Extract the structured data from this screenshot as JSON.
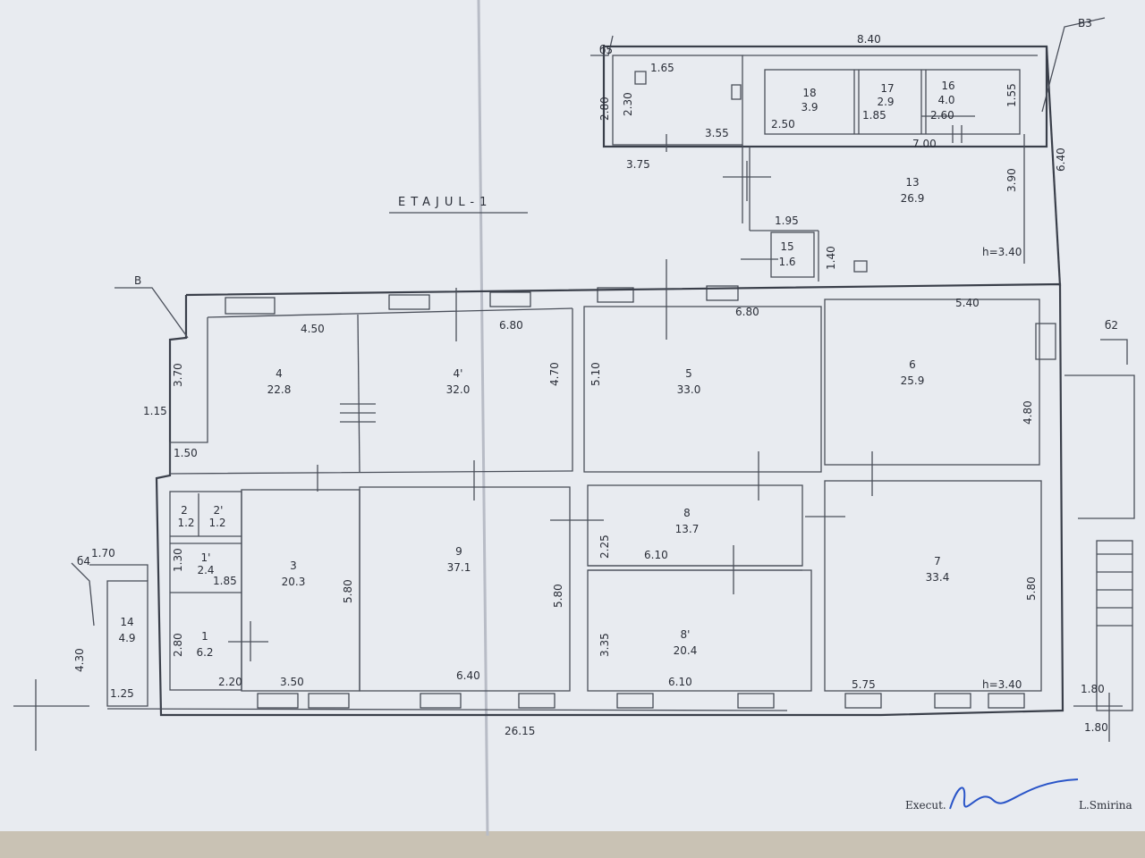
{
  "title": "ETAJUL-1",
  "section_marks": {
    "b5": "б5",
    "b3": "В3",
    "b": "В",
    "b2": "б2",
    "b4": "б4"
  },
  "rooms": [
    {
      "id": "r4",
      "num": "4",
      "area": "22.8"
    },
    {
      "id": "r4p",
      "num": "4'",
      "area": "32.0"
    },
    {
      "id": "r5",
      "num": "5",
      "area": "33.0"
    },
    {
      "id": "r6",
      "num": "6",
      "area": "25.9"
    },
    {
      "id": "r2",
      "num": "2",
      "area": "1.2"
    },
    {
      "id": "r2p",
      "num": "2'",
      "area": "1.2"
    },
    {
      "id": "r1p",
      "num": "1'",
      "area": "2.4"
    },
    {
      "id": "r1",
      "num": "1",
      "area": "6.2"
    },
    {
      "id": "r3",
      "num": "3",
      "area": "20.3"
    },
    {
      "id": "r9",
      "num": "9",
      "area": "37.1"
    },
    {
      "id": "r8",
      "num": "8",
      "area": "13.7"
    },
    {
      "id": "r8p",
      "num": "8'",
      "area": "20.4"
    },
    {
      "id": "r7",
      "num": "7",
      "area": "33.4"
    },
    {
      "id": "r14",
      "num": "14",
      "area": "4.9"
    },
    {
      "id": "r13",
      "num": "13",
      "area": "26.9"
    },
    {
      "id": "r15",
      "num": "15",
      "area": "1.6"
    },
    {
      "id": "r16",
      "num": "16",
      "area": "4.0"
    },
    {
      "id": "r17",
      "num": "17",
      "area": "2.9"
    },
    {
      "id": "r18",
      "num": "18",
      "area": "3.9"
    }
  ],
  "dimensions": [
    {
      "id": "d1",
      "value": "8.40"
    },
    {
      "id": "d2",
      "value": "1.65"
    },
    {
      "id": "d3",
      "value": "2.80"
    },
    {
      "id": "d4",
      "value": "2.30"
    },
    {
      "id": "d5",
      "value": "3.55"
    },
    {
      "id": "d6",
      "value": "3.75"
    },
    {
      "id": "d7",
      "value": "2.50"
    },
    {
      "id": "d8",
      "value": "1.85"
    },
    {
      "id": "d9",
      "value": "2.60"
    },
    {
      "id": "d10",
      "value": "1.55"
    },
    {
      "id": "d11",
      "value": "7.00"
    },
    {
      "id": "d12",
      "value": "6.40"
    },
    {
      "id": "d13",
      "value": "3.90"
    },
    {
      "id": "d14",
      "value": "1.95"
    },
    {
      "id": "d15",
      "value": "1.40"
    },
    {
      "id": "d16",
      "value": "h=3.40"
    },
    {
      "id": "d17",
      "value": "4.50"
    },
    {
      "id": "d18",
      "value": "6.80"
    },
    {
      "id": "d19",
      "value": "4.70"
    },
    {
      "id": "d20",
      "value": "5.10"
    },
    {
      "id": "d21",
      "value": "6.80"
    },
    {
      "id": "d22",
      "value": "5.40"
    },
    {
      "id": "d23",
      "value": "3.70"
    },
    {
      "id": "d24",
      "value": "1.15"
    },
    {
      "id": "d25",
      "value": "1.50"
    },
    {
      "id": "d26",
      "value": "4.80"
    },
    {
      "id": "d27",
      "value": "1.70"
    },
    {
      "id": "d28",
      "value": "1.30"
    },
    {
      "id": "d29",
      "value": "1.85"
    },
    {
      "id": "d30",
      "value": "5.80"
    },
    {
      "id": "d31",
      "value": "2.25"
    },
    {
      "id": "d32",
      "value": "6.10"
    },
    {
      "id": "d33",
      "value": "5.80"
    },
    {
      "id": "d34",
      "value": "5.80"
    },
    {
      "id": "d35",
      "value": "4.30"
    },
    {
      "id": "d36",
      "value": "2.80"
    },
    {
      "id": "d37",
      "value": "3.35"
    },
    {
      "id": "d38",
      "value": "1.25"
    },
    {
      "id": "d39",
      "value": "2.20"
    },
    {
      "id": "d40",
      "value": "3.50"
    },
    {
      "id": "d41",
      "value": "6.40"
    },
    {
      "id": "d42",
      "value": "6.10"
    },
    {
      "id": "d43",
      "value": "5.75"
    },
    {
      "id": "d44",
      "value": "h=3.40"
    },
    {
      "id": "d45",
      "value": "1.80"
    },
    {
      "id": "d46",
      "value": "26.15"
    },
    {
      "id": "d47",
      "value": "1.80"
    }
  ],
  "footer": {
    "exec_label": "Execut.",
    "name": "L.Smirina"
  },
  "colors": {
    "paper": "#e8ebf0",
    "ink": "#2a2e38",
    "signature": "#2a55c8"
  }
}
